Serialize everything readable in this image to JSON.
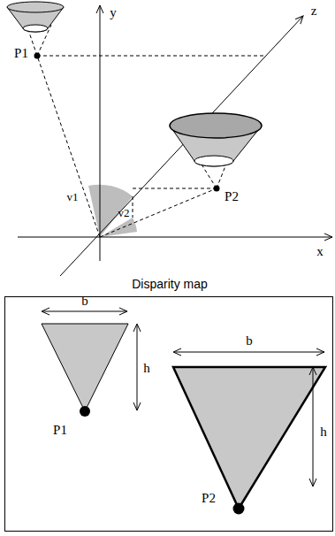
{
  "diagram": {
    "nodes": [
      {
        "text": [
          "Disparity map"
        ]
      }
    ],
    "labels": [
      "y",
      "z",
      "P1",
      "v1",
      "v2",
      "P2",
      "x",
      "b",
      "h",
      "P1",
      "b",
      "h",
      "P2"
    ]
  }
}
